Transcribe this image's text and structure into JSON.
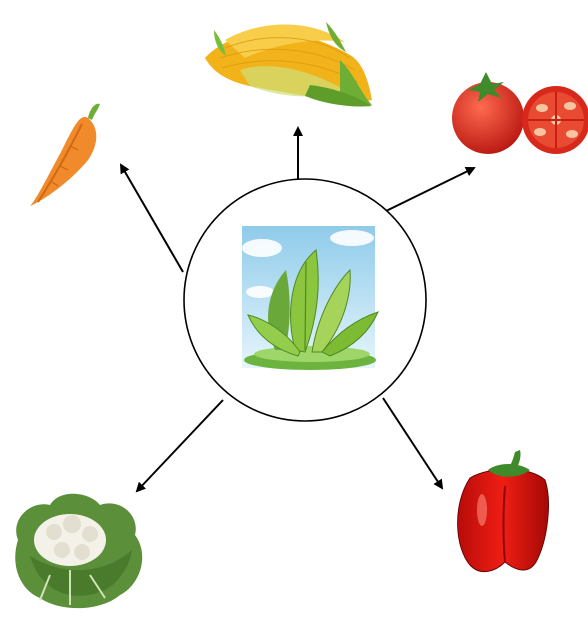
{
  "diagram": {
    "center": {
      "name": "plant-sprout",
      "stroke": "#000000"
    },
    "arrow_color": "#000000",
    "items": [
      {
        "id": "corn",
        "icon": "corn-icon"
      },
      {
        "id": "tomato",
        "icon": "tomato-icon"
      },
      {
        "id": "carrot",
        "icon": "carrot-icon"
      },
      {
        "id": "cauliflower",
        "icon": "cauliflower-icon"
      },
      {
        "id": "bell-pepper",
        "icon": "bell-pepper-icon"
      }
    ],
    "colors": {
      "corn": "#f2b21a",
      "corn_husk": "#6fae34",
      "tomato": "#d8281c",
      "tomato_flesh": "#e84a32",
      "carrot": "#f08a2a",
      "cauliflower": "#f4f2e8",
      "cauliflower_leaf": "#5c8f3a",
      "pepper": "#e2140f",
      "pepper_stem": "#3f8a2a",
      "sky": "#bfe3f5",
      "leaf": "#8cc63f",
      "grass": "#6cb33f"
    }
  }
}
